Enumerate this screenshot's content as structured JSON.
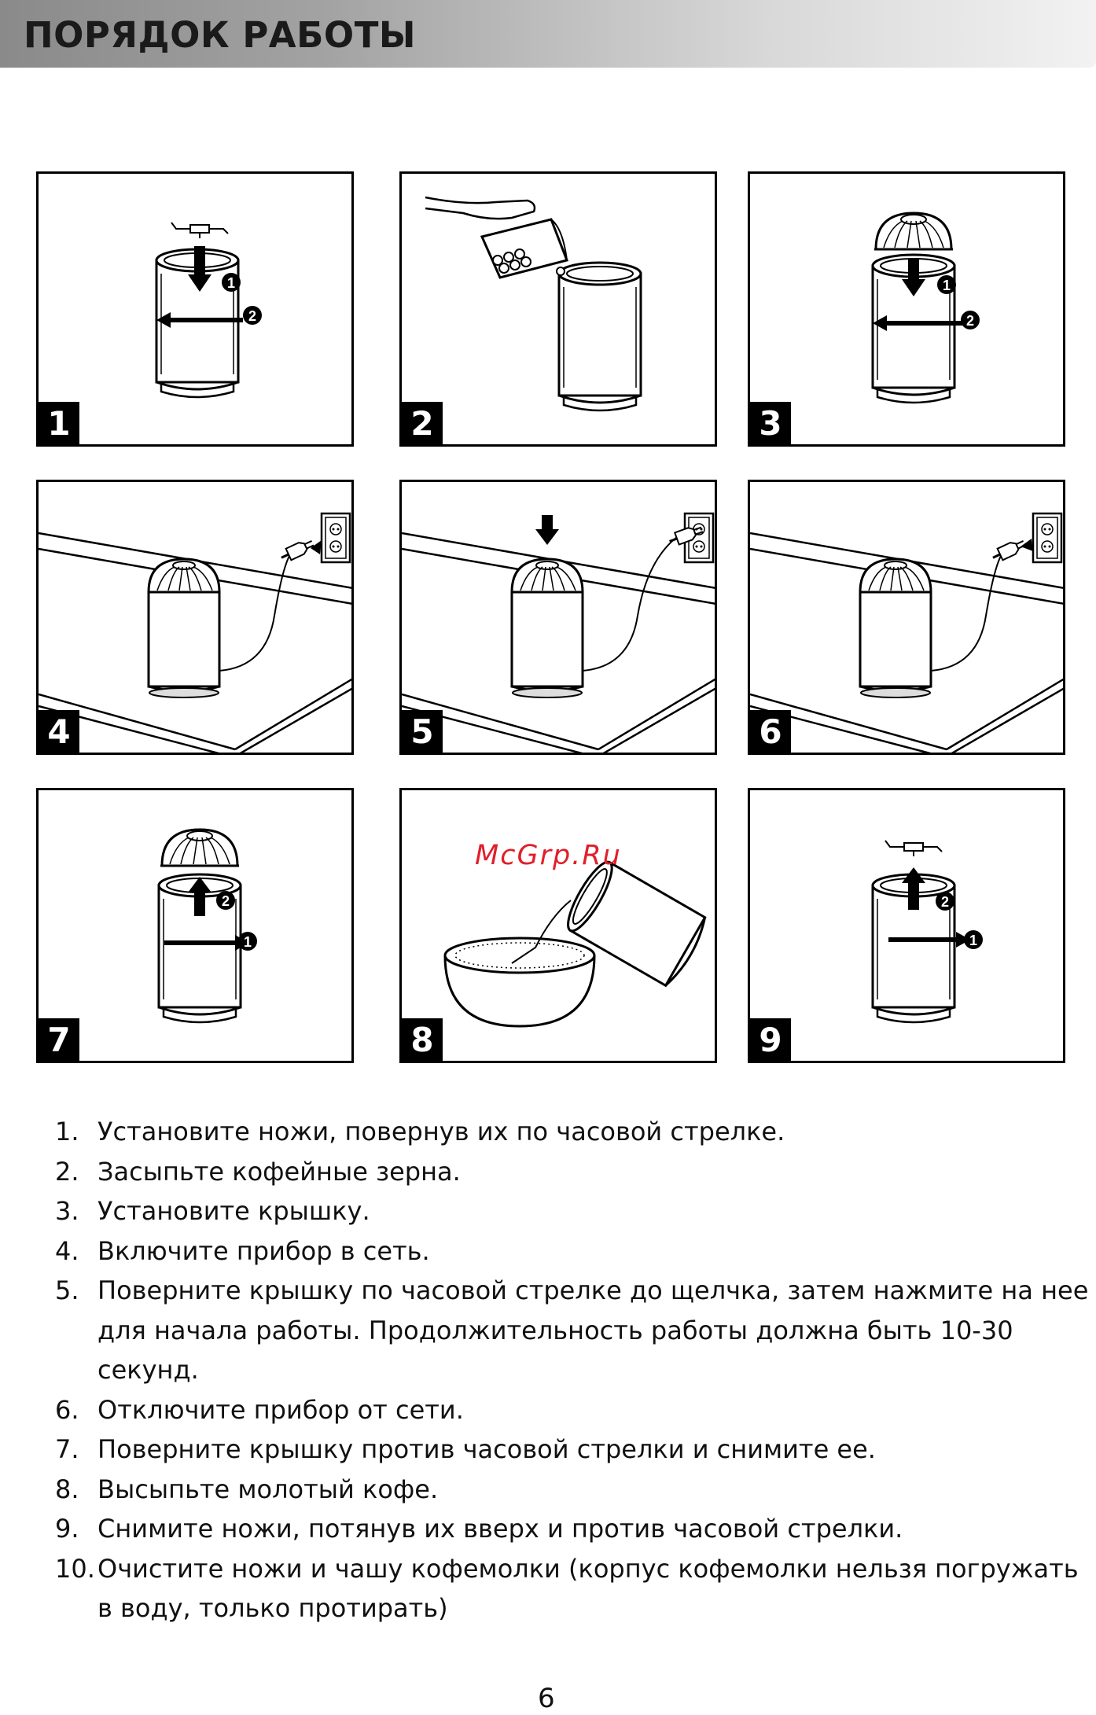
{
  "header": {
    "title": "ПОРЯДОК РАБОТЫ"
  },
  "panels": [
    {
      "number": "1"
    },
    {
      "number": "2"
    },
    {
      "number": "3"
    },
    {
      "number": "4"
    },
    {
      "number": "5"
    },
    {
      "number": "6"
    },
    {
      "number": "7"
    },
    {
      "number": "8"
    },
    {
      "number": "9"
    }
  ],
  "callouts": {
    "one": "1",
    "two": "2"
  },
  "watermark": "McGrp.Ru",
  "steps": [
    {
      "n": "1.",
      "text": "Установите ножи, повернув их по часовой стрелке."
    },
    {
      "n": "2.",
      "text": "Засыпьте кофейные зерна."
    },
    {
      "n": "3.",
      "text": "Установите крышку."
    },
    {
      "n": "4.",
      "text": "Включите прибор в сеть."
    },
    {
      "n": "5.",
      "text": "Поверните крышку по часовой стрелке до щелчка, затем нажмите на нее для начала работы. Продолжительность работы должна быть 10-30 секунд."
    },
    {
      "n": "6.",
      "text": "Отключите прибор от сети."
    },
    {
      "n": "7.",
      "text": "Поверните крышку против часовой стрелки и снимите ее."
    },
    {
      "n": "8.",
      "text": "Высыпьте молотый кофе."
    },
    {
      "n": "9.",
      "text": "Снимите ножи, потянув их вверх и против часовой стрелки."
    },
    {
      "n": "10.",
      "text": "Очистите ножи и чашу кофемолки (корпус кофемолки нельзя погружать в воду, только протирать)"
    }
  ],
  "page_number": "6"
}
